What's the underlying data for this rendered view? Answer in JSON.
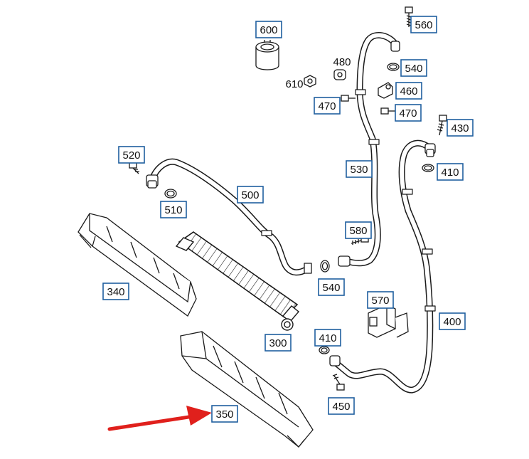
{
  "labels": [
    {
      "id": "600",
      "text": "600",
      "boxed": true
    },
    {
      "id": "560",
      "text": "560",
      "boxed": true
    },
    {
      "id": "480",
      "text": "480",
      "boxed": false
    },
    {
      "id": "540a",
      "text": "540",
      "boxed": true
    },
    {
      "id": "610",
      "text": "610",
      "boxed": false
    },
    {
      "id": "460",
      "text": "460",
      "boxed": true
    },
    {
      "id": "470a",
      "text": "470",
      "boxed": true
    },
    {
      "id": "470b",
      "text": "470",
      "boxed": true
    },
    {
      "id": "430",
      "text": "430",
      "boxed": true
    },
    {
      "id": "520",
      "text": "520",
      "boxed": true
    },
    {
      "id": "410a",
      "text": "410",
      "boxed": true
    },
    {
      "id": "530",
      "text": "530",
      "boxed": true
    },
    {
      "id": "500",
      "text": "500",
      "boxed": true
    },
    {
      "id": "510",
      "text": "510",
      "boxed": true
    },
    {
      "id": "580",
      "text": "580",
      "boxed": true
    },
    {
      "id": "340",
      "text": "340",
      "boxed": true
    },
    {
      "id": "540b",
      "text": "540",
      "boxed": true
    },
    {
      "id": "570",
      "text": "570",
      "boxed": true
    },
    {
      "id": "400",
      "text": "400",
      "boxed": true
    },
    {
      "id": "410b",
      "text": "410",
      "boxed": true
    },
    {
      "id": "300",
      "text": "300",
      "boxed": true
    },
    {
      "id": "450",
      "text": "450",
      "boxed": true
    },
    {
      "id": "350",
      "text": "350",
      "boxed": true
    }
  ],
  "colors": {
    "label_border": "#1f5f9f",
    "line": "#1a1a1a",
    "arrow": "#e0201c",
    "background": "#ffffff"
  },
  "icons": [
    "red-arrow-icon"
  ]
}
